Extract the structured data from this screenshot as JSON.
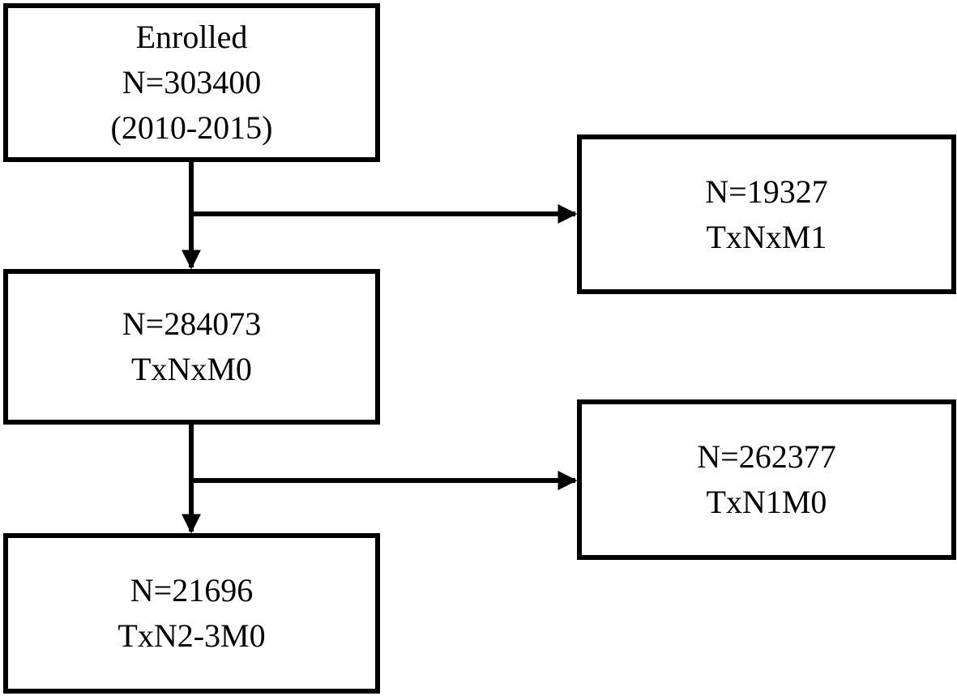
{
  "flowchart": {
    "enrolled": {
      "line1": "Enrolled",
      "line2": "N=303400",
      "line3": "(2010-2015)"
    },
    "m1": {
      "line1": "N=19327",
      "line2": "TxNxM1"
    },
    "m0": {
      "line1": "N=284073",
      "line2": "TxNxM0"
    },
    "n1": {
      "line1": "N=262377",
      "line2": "TxN1M0"
    },
    "n23": {
      "line1": "N=21696",
      "line2": "TxN2-3M0"
    }
  },
  "colors": {
    "stroke": "#000000",
    "background": "#ffffff"
  }
}
